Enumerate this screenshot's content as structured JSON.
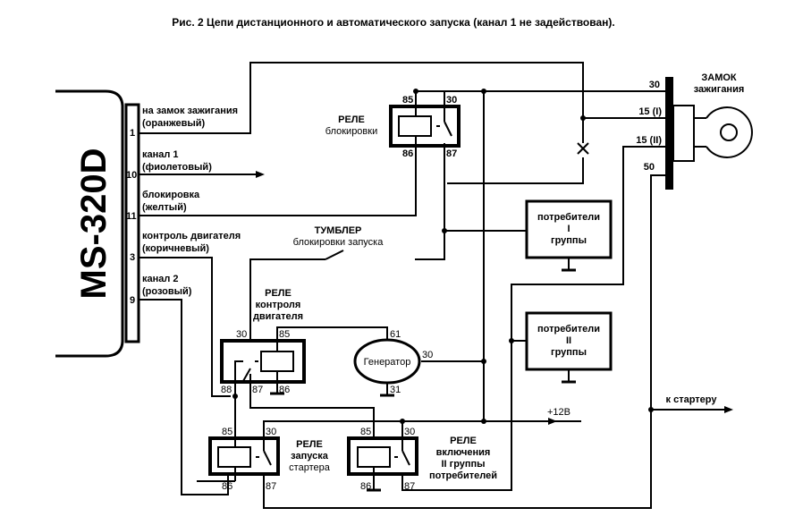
{
  "title": "Рис. 2   Цепи дистанционного и автоматического запуска (канал 1 не задействован).",
  "unit": {
    "name": "MS-320D",
    "wires": [
      {
        "pin": "1",
        "line1": "на замок зажигания",
        "line2": "(оранжевый)"
      },
      {
        "pin": "10",
        "line1": "канал 1",
        "line2": "(фиолетовый)"
      },
      {
        "pin": "11",
        "line1": "блокировка",
        "line2": "(желтый)"
      },
      {
        "pin": "3",
        "line1": "контроль двигателя",
        "line2": "(коричневый)"
      },
      {
        "pin": "9",
        "line1": "канал 2",
        "line2": "(розовый)"
      }
    ]
  },
  "ignition": {
    "title1": "ЗАМОК",
    "title2": "зажигания",
    "pins": [
      "30",
      "15 (I)",
      "15 (II)",
      "50"
    ]
  },
  "relay_block": {
    "title1": "РЕЛЕ",
    "title2": "блокировки",
    "pins": {
      "p85": "85",
      "p30": "30",
      "p86": "86",
      "p87": "87"
    }
  },
  "toggle": {
    "title1": "ТУМБЛЕР",
    "title2": "блокировки запуска"
  },
  "consumers1": {
    "line1": "потребители",
    "line2": "I",
    "line3": "группы"
  },
  "consumers2": {
    "line1": "потребители",
    "line2": "II",
    "line3": "группы"
  },
  "relay_engine": {
    "title1": "РЕЛЕ",
    "title2": "контроля",
    "title3": "двигателя",
    "pins": {
      "p30": "30",
      "p85": "85",
      "p88": "88",
      "p87": "87",
      "p86": "86"
    }
  },
  "generator": {
    "label": "Генератор",
    "pins": {
      "p61": "61",
      "p30": "30",
      "p31": "31"
    }
  },
  "relay_starter": {
    "title1": "РЕЛЕ",
    "title2": "запуска",
    "title3": "стартера",
    "pins": {
      "p85": "85",
      "p30": "30",
      "p86": "86",
      "p87": "87"
    }
  },
  "relay_group2": {
    "title1": "РЕЛЕ",
    "title2": "включения",
    "title3": "II группы",
    "title4": "потребителей",
    "pins": {
      "p85": "85",
      "p30": "30",
      "p86": "86",
      "p87": "87"
    }
  },
  "labels": {
    "plus12": "+12В",
    "to_starter": "к стартеру"
  }
}
